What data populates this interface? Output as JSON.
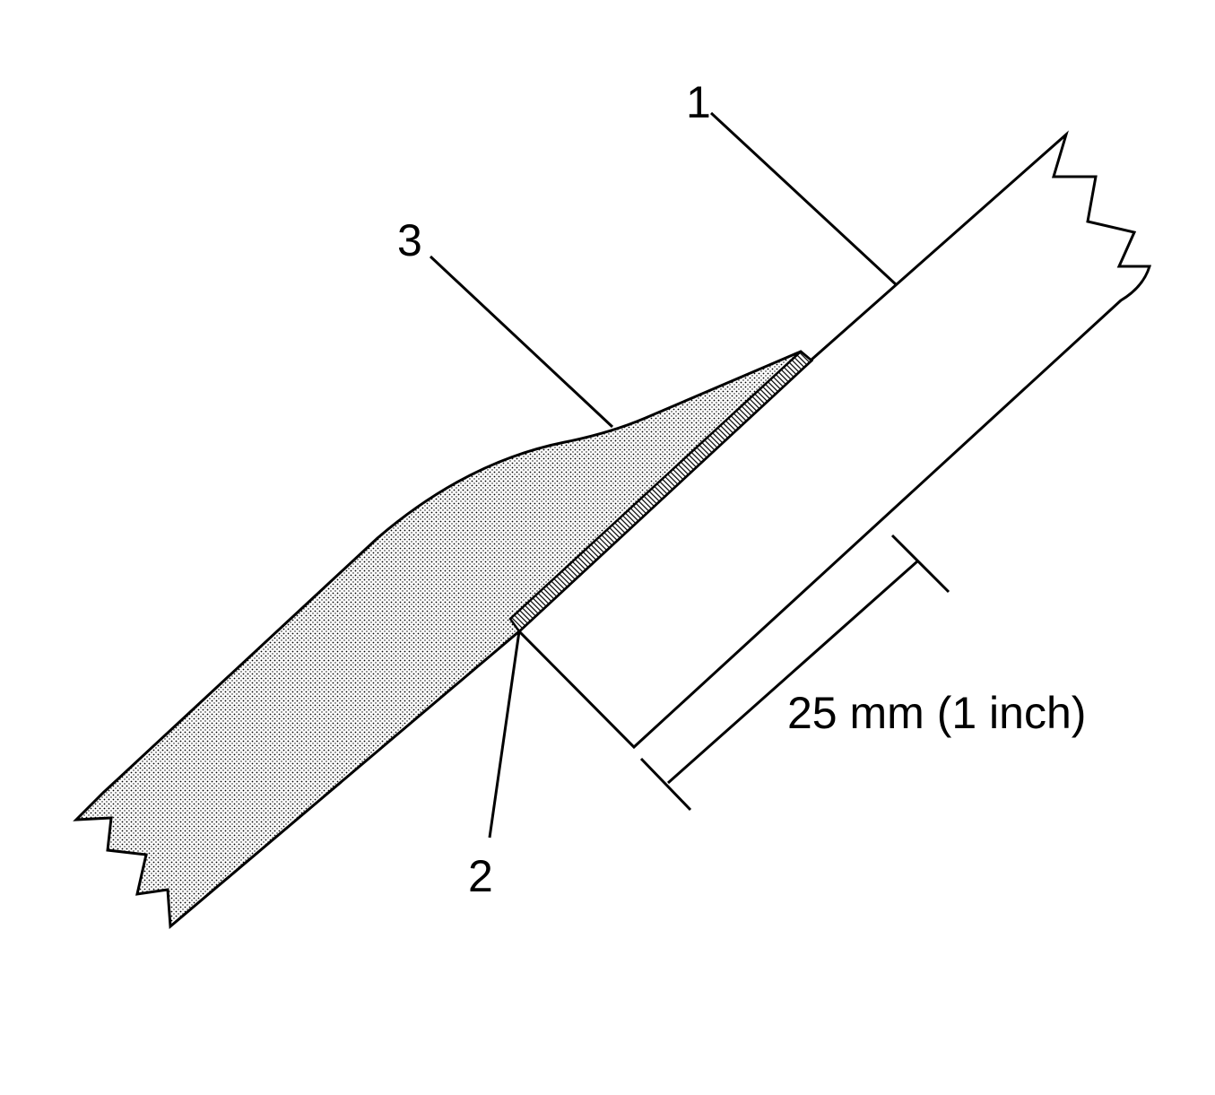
{
  "callouts": {
    "one": "1",
    "two": "2",
    "three": "3"
  },
  "dimension": {
    "label": "25 mm (1 inch)"
  },
  "colors": {
    "line": "#000000",
    "background": "#ffffff",
    "overlap_stipple": "#000000",
    "adhesive_hatch": "#000000"
  }
}
